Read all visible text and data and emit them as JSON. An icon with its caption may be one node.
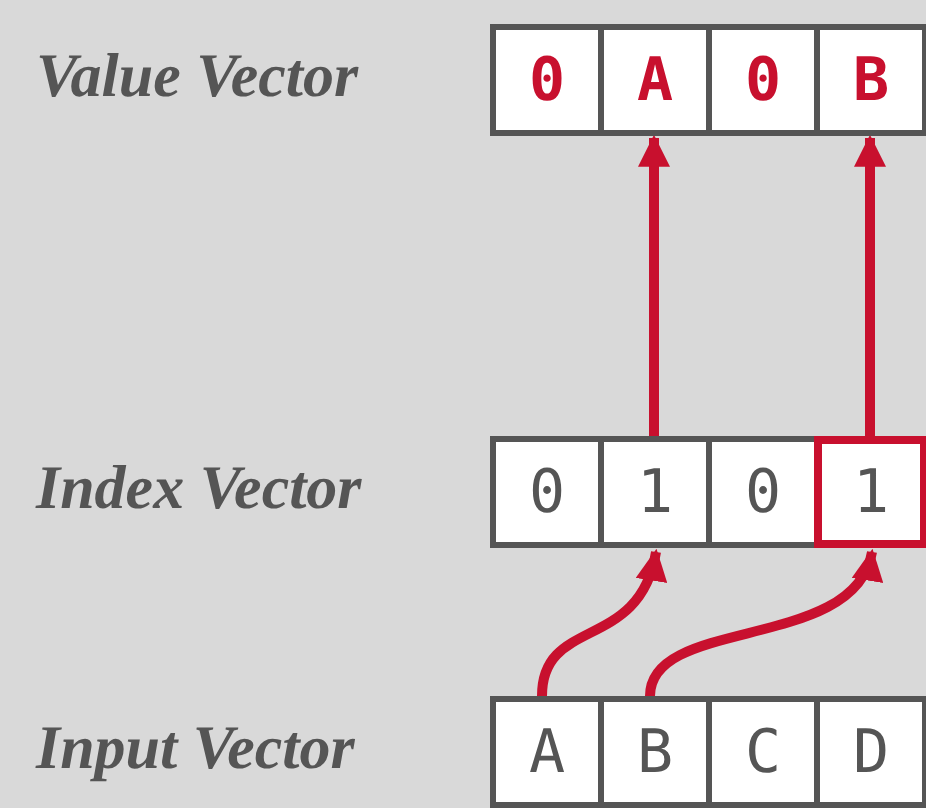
{
  "diagram": {
    "nodes": [
      {
        "text": [
          "0"
        ]
      },
      {
        "text": [
          "A"
        ]
      },
      {
        "text": [
          "0"
        ]
      },
      {
        "text": [
          "B"
        ]
      },
      {
        "text": [
          "0"
        ]
      },
      {
        "text": [
          "1"
        ]
      },
      {
        "text": [
          "0"
        ]
      },
      {
        "text": [
          "1"
        ]
      },
      {
        "text": [
          "A"
        ]
      },
      {
        "text": [
          "B"
        ]
      },
      {
        "text": [
          "C"
        ]
      },
      {
        "text": [
          "D"
        ]
      }
    ],
    "edges": [
      {
        "from": 8,
        "to": 5,
        "arrow": "to"
      },
      {
        "from": 9,
        "to": 7,
        "arrow": "to"
      },
      {
        "from": 5,
        "to": 1,
        "arrow": "to"
      },
      {
        "from": 7,
        "to": 3,
        "arrow": "to"
      }
    ],
    "labels": [
      "Value Vector",
      "Index Vector",
      "Input Vector"
    ]
  }
}
